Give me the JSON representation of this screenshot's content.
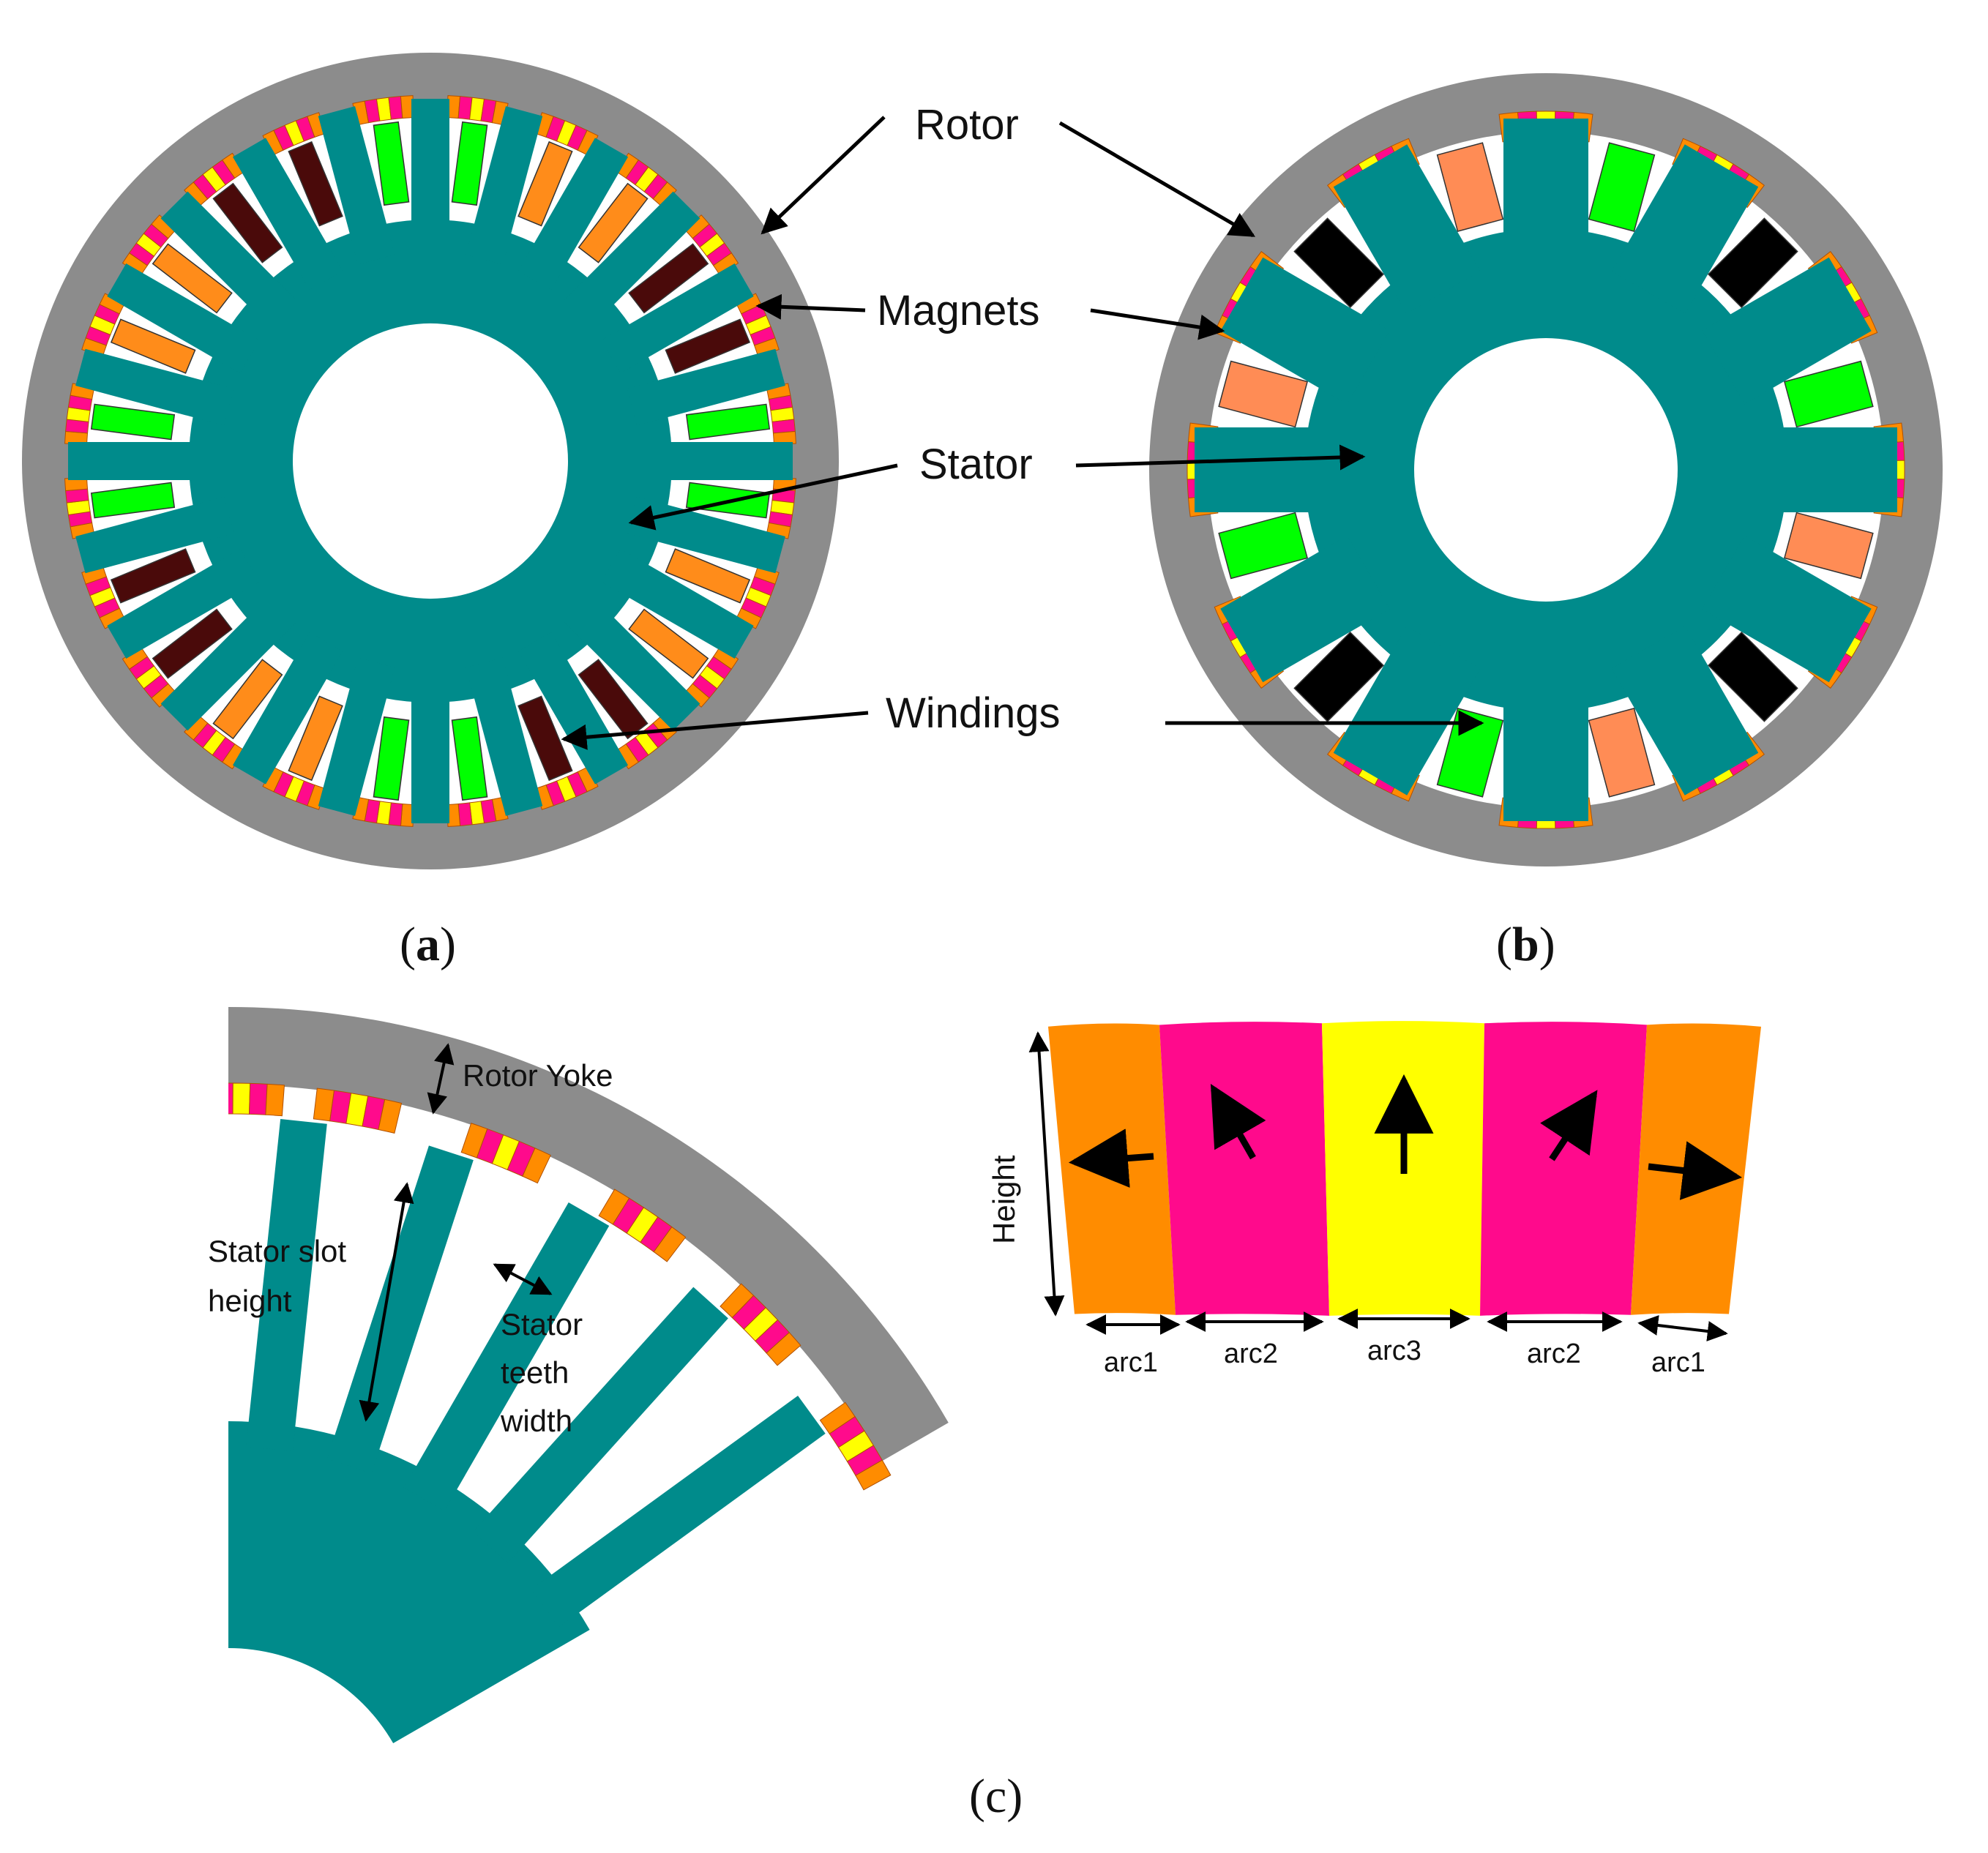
{
  "colors": {
    "rotor": "#8c8c8c",
    "stator": "#008b8b",
    "magnet_orange": "#ff8c00",
    "magnet_pink": "#ff0a8c",
    "magnet_yellow": "#ffff00",
    "winding_green": "#00ff00",
    "winding_orange": "#ff8c1a",
    "winding_light_orange": "#ff8c55",
    "winding_dark": "#4a0a0a",
    "winding_black": "#000000",
    "arrow": "#000000"
  },
  "labels": {
    "rotor": "Rotor",
    "magnets": "Magnets",
    "stator": "Stator",
    "windings": "Windings",
    "rotor_yoke": "Rotor Yoke",
    "stator_slot_height_1": "Stator slot",
    "stator_slot_height_2": "height",
    "stator_teeth_width_1": "Stator",
    "stator_teeth_width_2": "teeth",
    "stator_teeth_width_3": "width",
    "height": "Height",
    "arc1_left": "arc1",
    "arc2_left": "arc2",
    "arc3": "arc3",
    "arc2_right": "arc2",
    "arc1_right": "arc1"
  },
  "panels": {
    "a_open": "(",
    "a": "a",
    "a_close": ")",
    "b_open": "(",
    "b": "b",
    "b_close": ")",
    "c": "(c)"
  }
}
